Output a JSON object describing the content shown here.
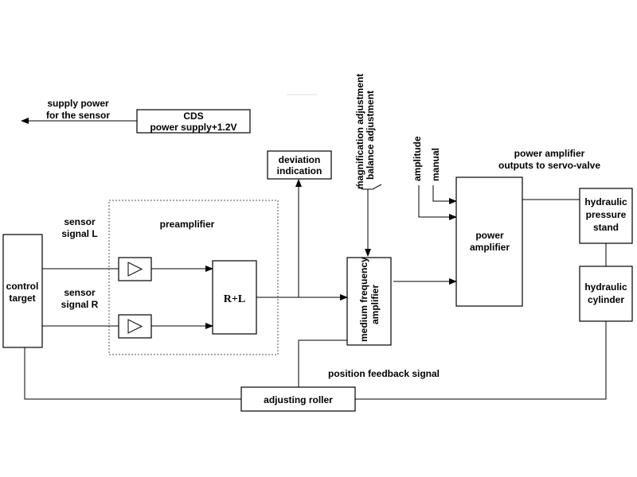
{
  "supply_power": {
    "line1": "supply power",
    "line2": "for the sensor"
  },
  "cds": {
    "line1": "CDS",
    "line2": "power supply+1.2V"
  },
  "deviation": {
    "line1": "deviation",
    "line2": "indication"
  },
  "adjustments": {
    "magnification": "magnification adjustment",
    "balance": "balance adjustment"
  },
  "amplitude": "amplitude",
  "manual": "manual",
  "power_amp_outputs": {
    "line1": "power amplifier",
    "line2": "outputs to servo-valve"
  },
  "sensor_l": {
    "line1": "sensor",
    "line2": "signal L"
  },
  "sensor_r": {
    "line1": "sensor",
    "line2": "signal R"
  },
  "preamplifier": "preamplifier",
  "control_target": {
    "line1": "control",
    "line2": "target"
  },
  "rl": "R+L",
  "medium_amp": {
    "line1": "medium frequency",
    "line2": "amplifier"
  },
  "power_amplifier": {
    "line1": "power",
    "line2": "amplifier"
  },
  "hydraulic_stand": {
    "line1": "hydraulic",
    "line2": "pressure",
    "line3": "stand"
  },
  "hydraulic_cylinder": {
    "line1": "hydraulic",
    "line2": "cylinder"
  },
  "position_feedback": "position feedback signal",
  "adjusting_roller": "adjusting roller"
}
